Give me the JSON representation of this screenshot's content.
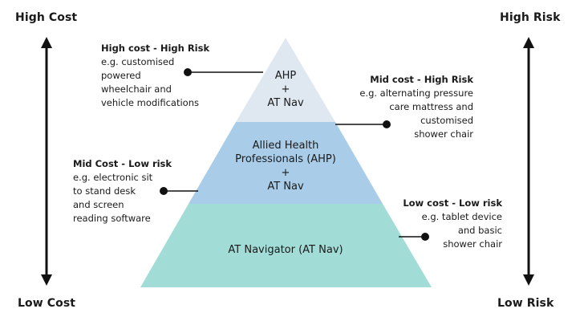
{
  "axes": {
    "left_top": "High Cost",
    "left_bottom": "Low Cost",
    "right_top": "High Risk",
    "right_bottom": "Low Risk"
  },
  "tiers": {
    "top": {
      "lines": [
        "AHP",
        "+",
        "AT Nav"
      ],
      "color": "#dfe8f1"
    },
    "middle": {
      "lines": [
        "Allied Health",
        "Professionals (AHP)",
        "+",
        "AT Nav"
      ],
      "color": "#a9cde8"
    },
    "bottom": {
      "lines": [
        "AT Navigator (AT Nav)"
      ],
      "color": "#a2dcd7"
    }
  },
  "annotations": {
    "high_cost_high_risk": {
      "heading": "High cost - High Risk",
      "lines": [
        "e.g. customised",
        "powered",
        "wheelchair and",
        "vehicle modifications"
      ]
    },
    "mid_cost_high_risk": {
      "heading": "Mid cost - High Risk",
      "lines": [
        "e.g. alternating pressure",
        "care mattress and",
        "customised",
        "shower chair"
      ]
    },
    "mid_cost_low_risk": {
      "heading": "Mid Cost - Low risk",
      "lines": [
        "e.g. electronic sit",
        "to stand desk",
        "and screen",
        "reading software"
      ]
    },
    "low_cost_low_risk": {
      "heading": "Low cost - Low risk",
      "lines": [
        "e.g. tablet device",
        "and basic",
        "shower chair"
      ]
    }
  }
}
